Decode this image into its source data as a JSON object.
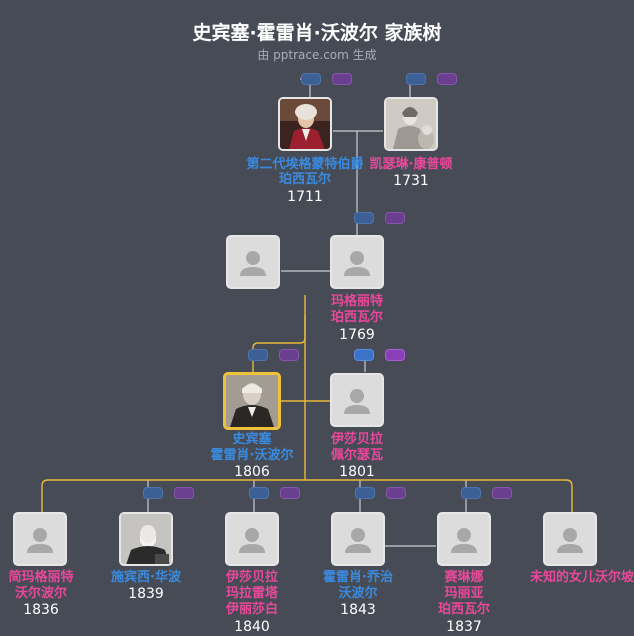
{
  "header": {
    "title": "史宾塞·霍雷肖·沃波尔 家族树",
    "subtitle": "由 pptrace.com 生成"
  },
  "colors": {
    "background": "#474b55",
    "male": "#3a8be0",
    "female": "#e9489b",
    "highlight": "#f0c23a"
  },
  "people": {
    "p1": {
      "name1": "第二代埃格蒙特伯爵",
      "name2": "珀西瓦尔",
      "year": "1711",
      "gender": "male",
      "photo": "portrait"
    },
    "p2": {
      "name1": "凯瑟琳·康普顿",
      "name2": "",
      "year": "1731",
      "gender": "female",
      "photo": "portrait"
    },
    "p3": {
      "name1": "",
      "name2": "",
      "year": "",
      "gender": "unknown",
      "photo": "placeholder"
    },
    "p4": {
      "name1": "玛格丽特",
      "name2": "珀西瓦尔",
      "year": "1769",
      "gender": "female",
      "photo": "placeholder"
    },
    "p5": {
      "name1": "史宾塞",
      "name2": "霍雷肖·沃波尔",
      "year": "1806",
      "gender": "male",
      "photo": "portrait"
    },
    "p6": {
      "name1": "伊莎贝拉",
      "name2": "佩尔瑟瓦",
      "year": "1801",
      "gender": "female",
      "photo": "placeholder"
    },
    "c1": {
      "name1": "简玛格丽特",
      "name2": "沃尔波尔",
      "year": "1836",
      "gender": "female",
      "photo": "placeholder"
    },
    "c2": {
      "name1": "施宾西·华波",
      "name2": "",
      "year": "1839",
      "gender": "male",
      "photo": "portrait"
    },
    "c3": {
      "name1": "伊莎贝拉",
      "name2": "玛拉雷塔",
      "name3": "伊丽莎白",
      "year": "1840",
      "gender": "female",
      "photo": "placeholder"
    },
    "c4": {
      "name1": "霍雷肖·乔治",
      "name2": "沃波尔",
      "year": "1843",
      "gender": "male",
      "photo": "placeholder"
    },
    "c5": {
      "name1": "赛琳娜",
      "name2": "玛丽亚",
      "name3": "珀西瓦尔",
      "year": "1837",
      "gender": "female",
      "photo": "placeholder"
    },
    "c6": {
      "name1": "未知的女儿沃尔坡",
      "name2": "",
      "year": "",
      "gender": "female",
      "photo": "placeholder"
    }
  }
}
